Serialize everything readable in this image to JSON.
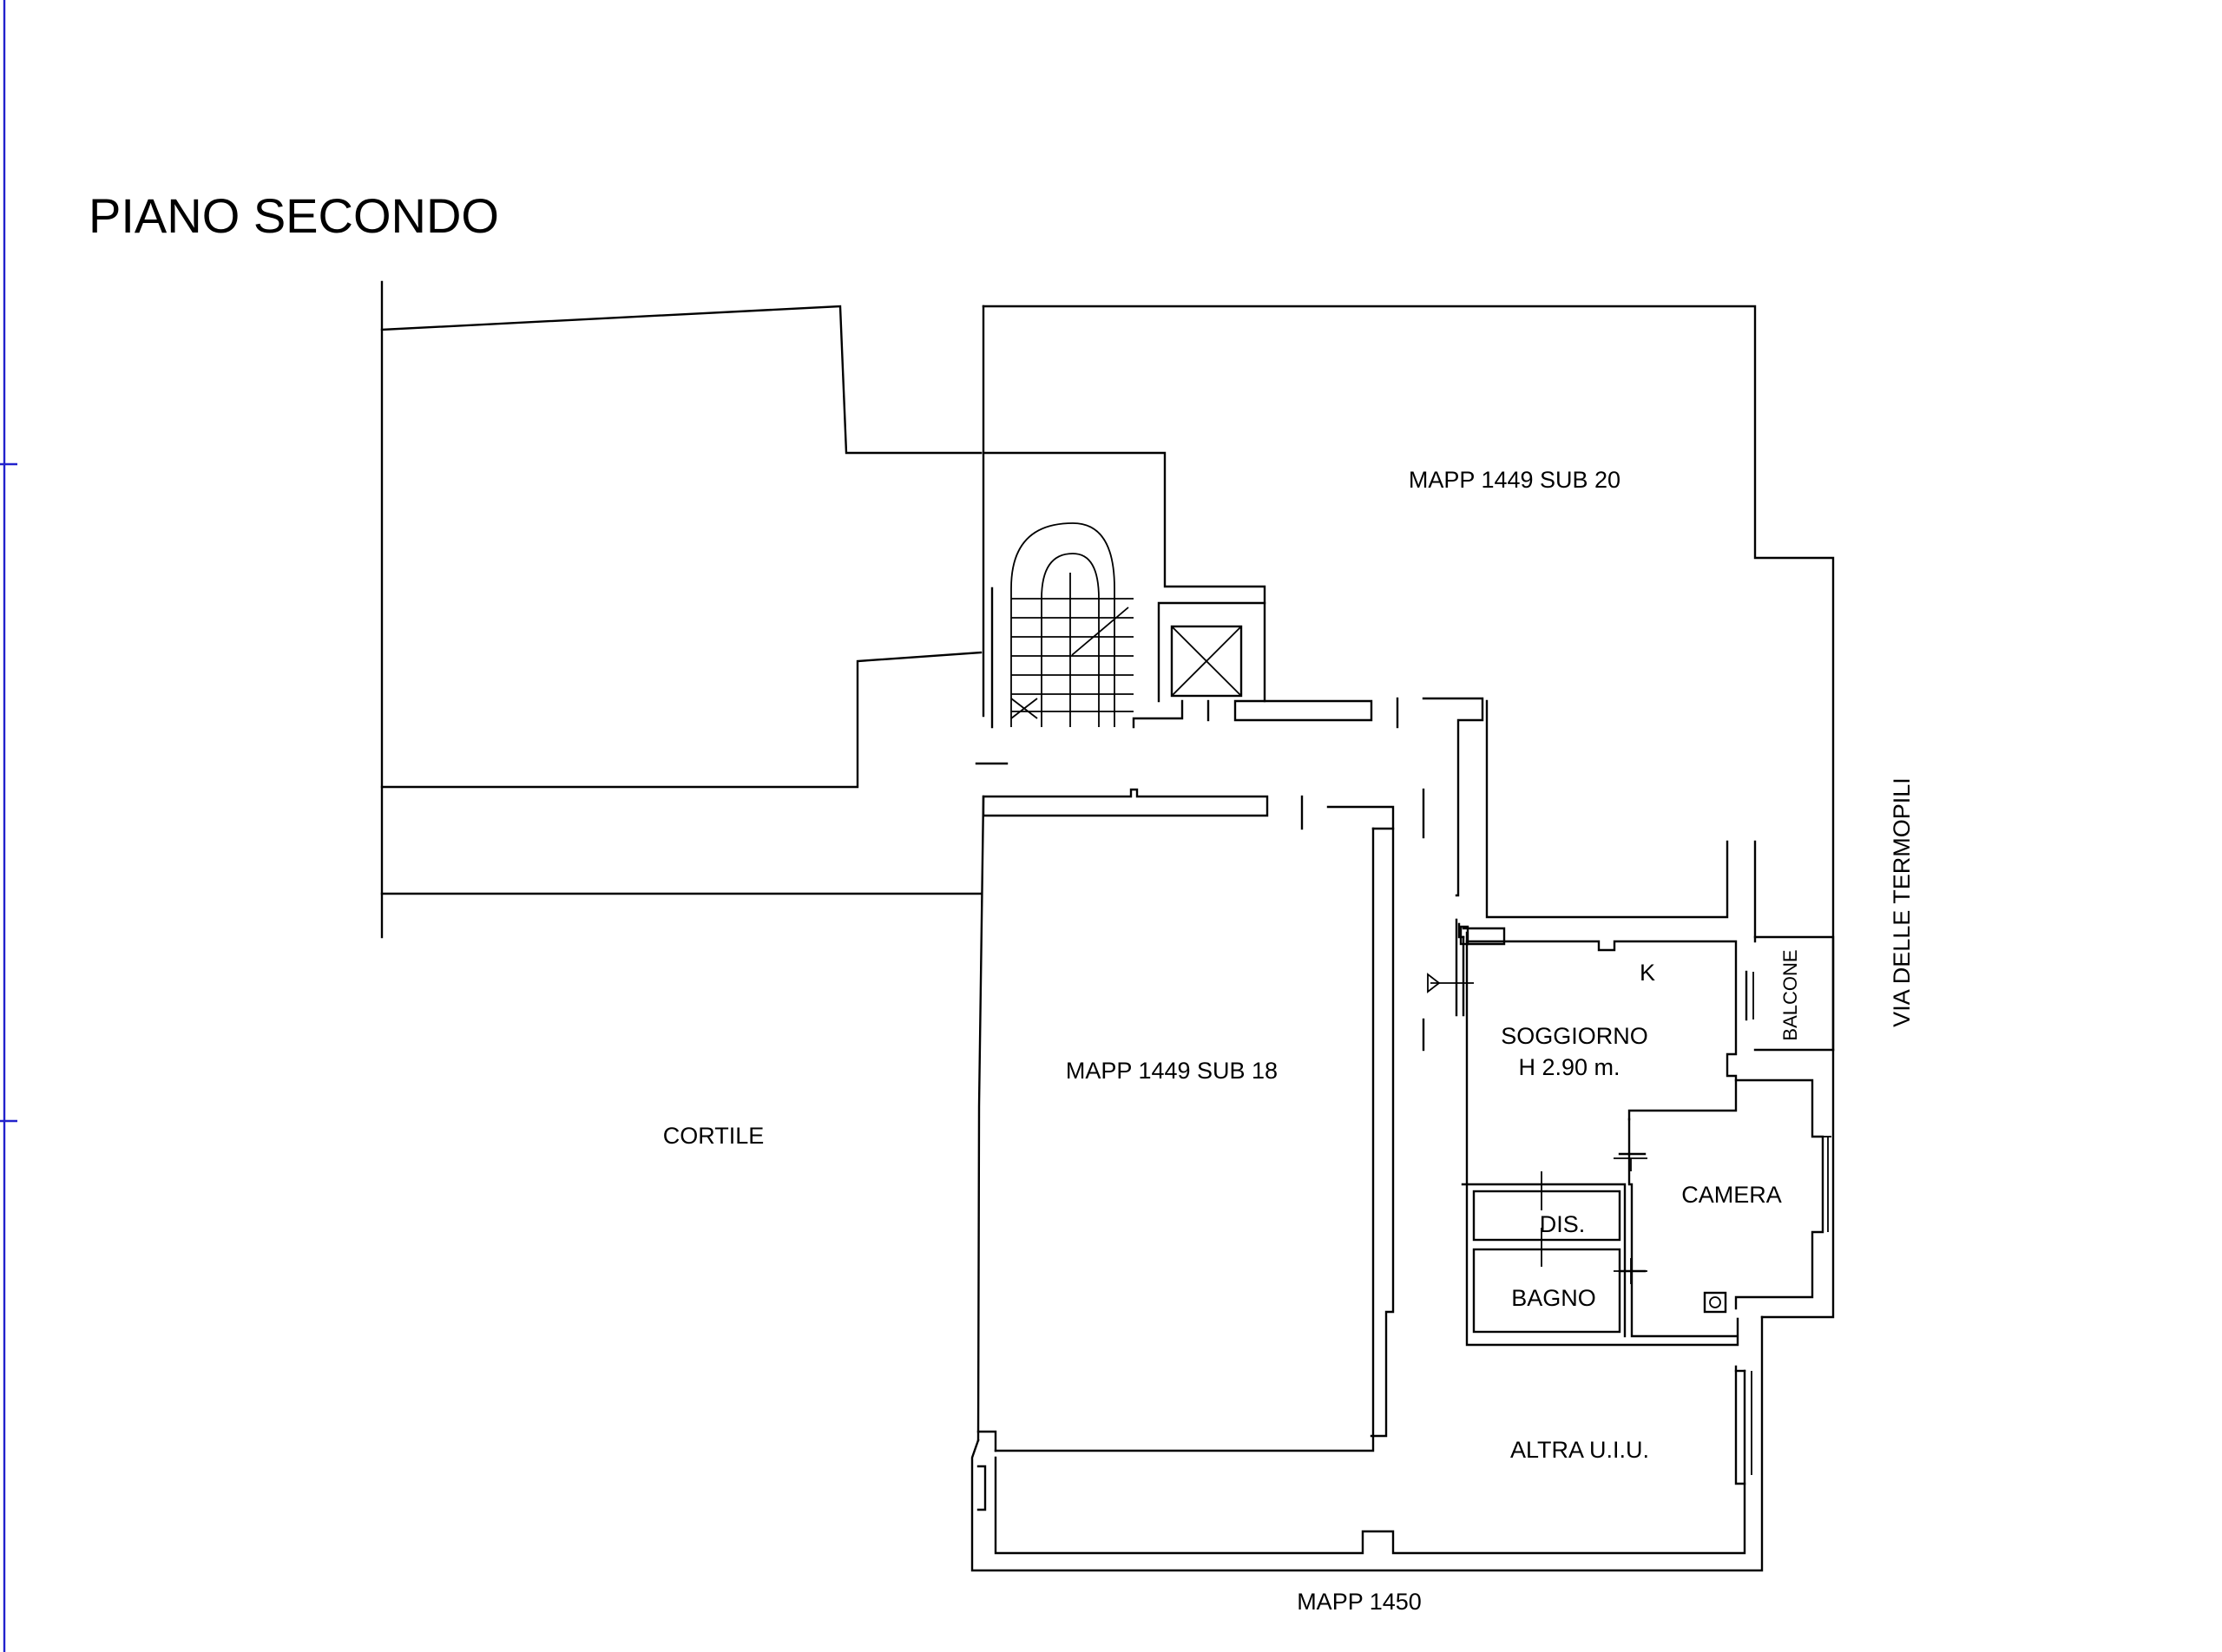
{
  "title": "PIANO SECONDO",
  "labels": {
    "sub20": "MAPP 1449 SUB 20",
    "sub18": "MAPP 1449 SUB 18",
    "cortile": "CORTILE",
    "soggiorno": "SOGGIORNO",
    "height": "H 2.90 m.",
    "k": "K",
    "camera": "CAMERA",
    "dis": "DIS.",
    "bagno": "BAGNO",
    "altra": "ALTRA U.I.U.",
    "mapp1450": "MAPP 1450",
    "street": "VIA DELLE TERMOPILI",
    "balcone": "BALCONE"
  },
  "colors": {
    "lines": "#000000",
    "frame": "#2222cc",
    "background": "#ffffff"
  }
}
